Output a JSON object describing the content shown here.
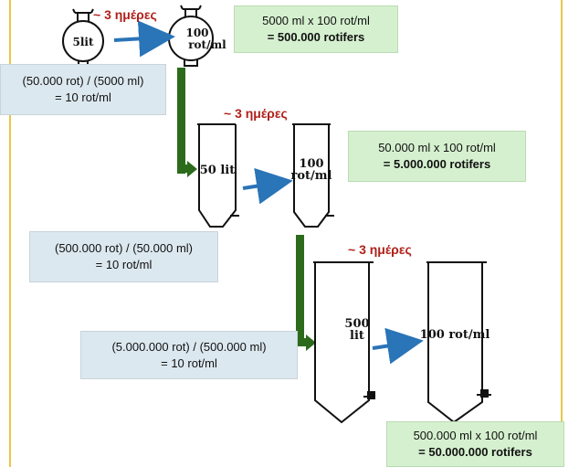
{
  "colors": {
    "calc_bg": "#dce8ef",
    "result_bg": "#d5f0cf",
    "days_red": "#b0201a",
    "blue_arrow": "#2a74b8",
    "green_arrow": "#2c6b1c"
  },
  "stage1": {
    "days": "~ 3 ημέρες",
    "flask_left_label": "5lit",
    "flask_right_label_1": "100",
    "flask_right_label_2": "rot/ml",
    "result_line1": "5000 ml x 100 rot/ml",
    "result_line2": "= 500.000 rotifers",
    "calc_line1": "(50.000 rot) / (5000 ml)",
    "calc_line2": "= 10 rot/ml"
  },
  "stage2": {
    "days": "~ 3 ημέρες",
    "tank_left_label": "50 lit",
    "tank_right_label_1": "100",
    "tank_right_label_2": "rot/ml",
    "result_line1": "50.000 ml x 100 rot/ml",
    "result_line2": "= 5.000.000 rotifers",
    "calc_line1": "(500.000 rot) / (50.000 ml)",
    "calc_line2": "= 10 rot/ml"
  },
  "stage3": {
    "days": "~ 3 ημέρες",
    "tank_left_label_1": "500",
    "tank_left_label_2": "lit",
    "tank_right_label": "100 rot/ml",
    "result_line1": "500.000 ml x 100 rot/ml",
    "result_line2": "= 50.000.000 rotifers",
    "calc_line1": "(5.000.000 rot) / (500.000 ml)",
    "calc_line2": "= 10 rot/ml"
  }
}
